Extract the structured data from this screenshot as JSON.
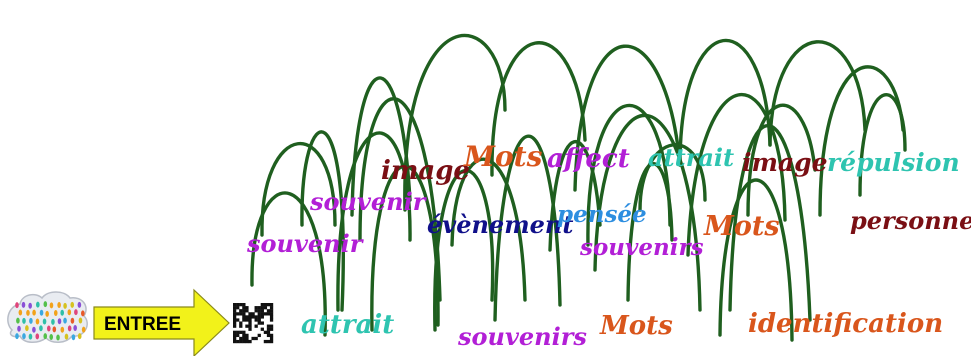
{
  "entry": {
    "label": "ENTREE"
  },
  "colors": {
    "arch": "#1f5f1f",
    "arrow_fill": "#f2f21a",
    "arrow_stroke": "#8a8a1a",
    "cyan": "#2ec4b0",
    "violet": "#b21fd6",
    "dark_red": "#7a0f14",
    "orange": "#d9561c",
    "navy": "#10108a",
    "blue": "#2d8ee0"
  },
  "icons": [
    "cloud-icon",
    "arrow-icon",
    "qr-code-icon"
  ],
  "words": [
    {
      "text": "attrait",
      "color": "cyan"
    },
    {
      "text": "souvenirs",
      "color": "violet"
    },
    {
      "text": "Mots",
      "color": "orange"
    },
    {
      "text": "identification",
      "color": "orange"
    },
    {
      "text": "souvenir",
      "color": "violet"
    },
    {
      "text": "souvenir",
      "color": "violet"
    },
    {
      "text": "image",
      "color": "dark_red"
    },
    {
      "text": "Mots",
      "color": "orange"
    },
    {
      "text": "affect",
      "color": "violet"
    },
    {
      "text": "attrait",
      "color": "cyan"
    },
    {
      "text": "image",
      "color": "dark_red"
    },
    {
      "text": "répulsion",
      "color": "cyan"
    },
    {
      "text": "évènement",
      "color": "navy"
    },
    {
      "text": "pensée",
      "color": "blue"
    },
    {
      "text": "souvenirs",
      "color": "violet"
    },
    {
      "text": "Mots",
      "color": "orange"
    },
    {
      "text": "personne",
      "color": "dark_red"
    }
  ]
}
